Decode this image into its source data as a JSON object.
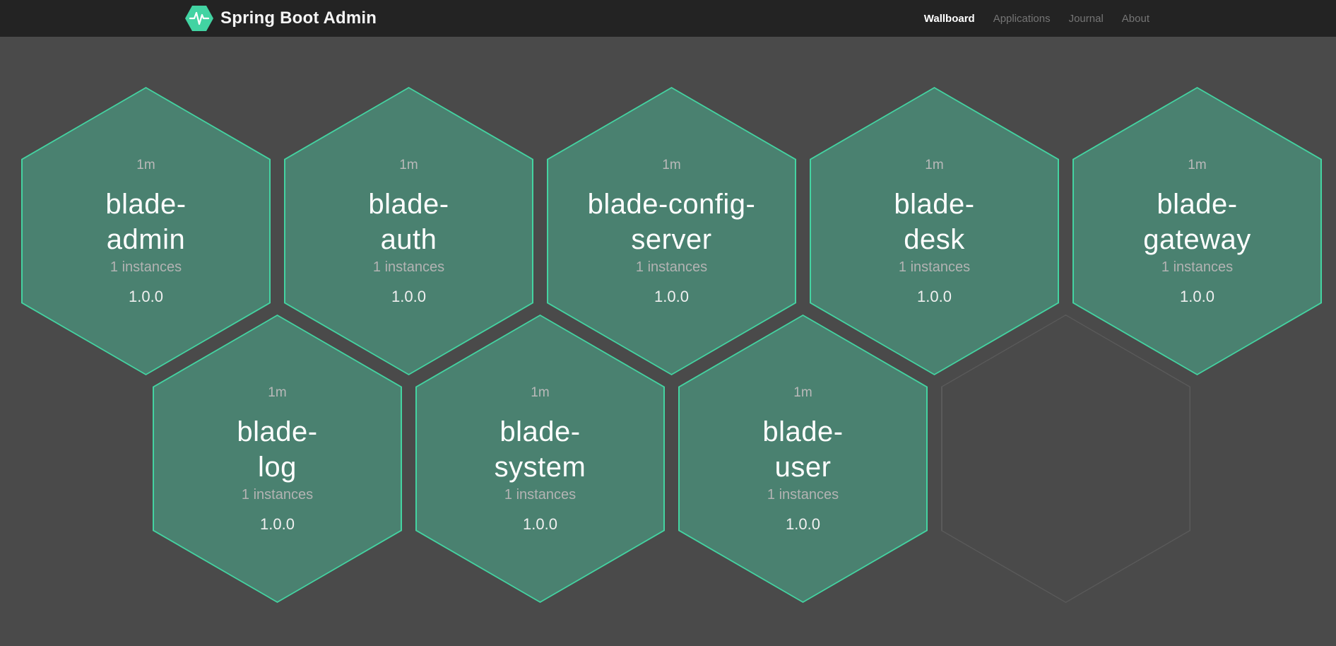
{
  "header": {
    "brand": {
      "title": "Spring Boot Admin",
      "logo_icon": "pulse-hexagon-icon",
      "logo_color": "#42d3a2"
    },
    "nav": [
      {
        "label": "Wallboard",
        "active": true
      },
      {
        "label": "Applications",
        "active": false
      },
      {
        "label": "Journal",
        "active": false
      },
      {
        "label": "About",
        "active": false
      }
    ]
  },
  "wallboard": {
    "applications": [
      {
        "name": "blade-admin",
        "name_lines": [
          "blade-",
          "admin"
        ],
        "uptime": "1m",
        "instances": "1 instances",
        "version": "1.0.0",
        "status": "up"
      },
      {
        "name": "blade-auth",
        "name_lines": [
          "blade-",
          "auth"
        ],
        "uptime": "1m",
        "instances": "1 instances",
        "version": "1.0.0",
        "status": "up"
      },
      {
        "name": "blade-config-server",
        "name_lines": [
          "blade-config-",
          "server"
        ],
        "uptime": "1m",
        "instances": "1 instances",
        "version": "1.0.0",
        "status": "up"
      },
      {
        "name": "blade-desk",
        "name_lines": [
          "blade-",
          "desk"
        ],
        "uptime": "1m",
        "instances": "1 instances",
        "version": "1.0.0",
        "status": "up"
      },
      {
        "name": "blade-gateway",
        "name_lines": [
          "blade-",
          "gateway"
        ],
        "uptime": "1m",
        "instances": "1 instances",
        "version": "1.0.0",
        "status": "up"
      },
      {
        "name": "blade-log",
        "name_lines": [
          "blade-",
          "log"
        ],
        "uptime": "1m",
        "instances": "1 instances",
        "version": "1.0.0",
        "status": "up"
      },
      {
        "name": "blade-system",
        "name_lines": [
          "blade-",
          "system"
        ],
        "uptime": "1m",
        "instances": "1 instances",
        "version": "1.0.0",
        "status": "up"
      },
      {
        "name": "blade-user",
        "name_lines": [
          "blade-",
          "user"
        ],
        "uptime": "1m",
        "instances": "1 instances",
        "version": "1.0.0",
        "status": "up"
      }
    ],
    "empty_slot": true,
    "colors": {
      "hexagon_fill_up": "#4a8170",
      "hexagon_border_up": "#44d3a1",
      "empty_hexagon_border": "#5a5a5a",
      "page_background": "#4a4a4a",
      "header_background": "#232323"
    }
  }
}
